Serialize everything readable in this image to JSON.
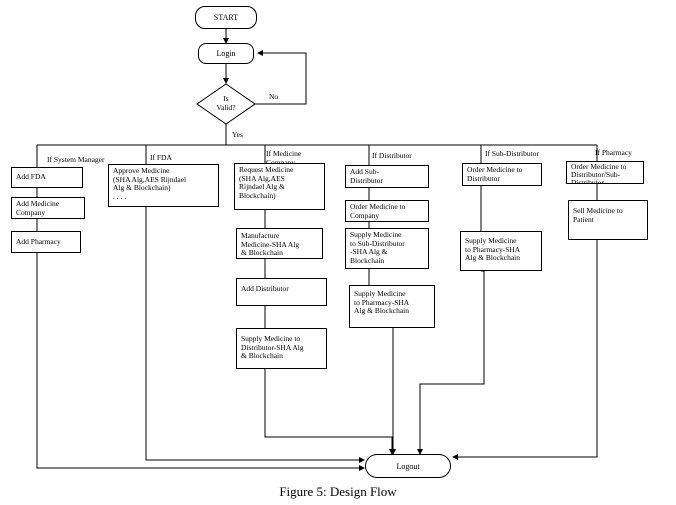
{
  "terminals": {
    "start": "START",
    "login": "Login",
    "logout": "Logout"
  },
  "decision": {
    "text": "Is\nValid?",
    "no": "No",
    "yes": "Yes"
  },
  "roles": [
    "If System Manager",
    "If FDA",
    "If Medicine\nCompany",
    "If Distributor",
    "If Sub-Distributor",
    "If Pharmacy"
  ],
  "system_manager": [
    "Add FDA",
    "Add Medicine\nCompany",
    "Add Pharmacy"
  ],
  "fda": [
    "Approve Medicine\n(SHA Alg,AES Rijndael\nAlg & Blockchain)\n. . . ."
  ],
  "company": [
    "Request Medicine\n(SHA Alg,AES\nRijndael Alg &\nBlockchain)",
    "Manufacture\nMedicine-SHA Alg\n& Blockchain",
    "Add Distributor",
    "Supply Medicine to\nDistributor-SHA Alg\n& Blockchain"
  ],
  "distributor": [
    "Add Sub-\nDistributor",
    "Order Medicine to\nCompany",
    "Supply Medicine\nto Sub-Distributor\n-SHA Alg &\nBlockchain",
    "Supply Medicine\nto Pharmacy-SHA\nAlg & Blockchain"
  ],
  "sub_distributor": [
    "Order Medicine to\nDistributor",
    "Supply Medicine\nto Pharmacy-SHA\nAlg & Blockchain"
  ],
  "pharmacy": [
    "Order Medicine to\nDistributor/Sub-\nDistributor",
    "Sell Medicine to\nPatient"
  ],
  "caption": "Figure 5: Design Flow"
}
